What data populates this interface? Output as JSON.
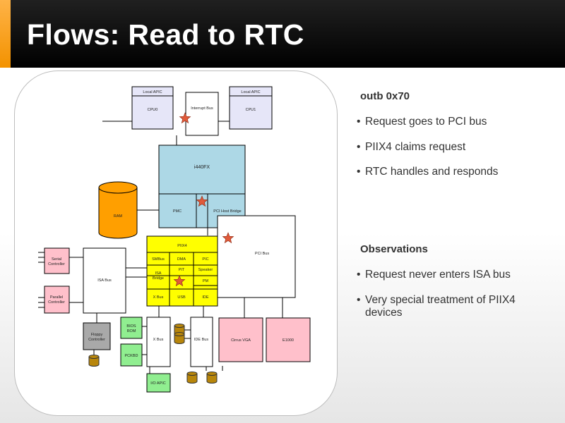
{
  "slide": {
    "title": "Flows: Read to RTC"
  },
  "sections": [
    {
      "heading": "outb 0x70",
      "items": [
        "Request goes to PCI bus",
        "PIIX4 claims request",
        "RTC handles and responds"
      ]
    },
    {
      "heading": "Observations",
      "items": [
        "Request never enters ISA bus",
        "Very special treatment of PIIX4 devices"
      ]
    }
  ],
  "diagram": {
    "local_apic_0": "Local APIC",
    "cpu0": "CPU0",
    "local_apic_1": "Local APIC",
    "cpu1": "CPU1",
    "interrupt_bus": "Interrupt Bus",
    "i440fx": "i440FX",
    "pmc": "PMC",
    "pci_host_bridge": "PCI Host Bridge",
    "ram": "RAM",
    "pci_bus": "PCI Bus",
    "piix4": "PIIX4",
    "smbus": "SMBus",
    "dma": "DMA",
    "pic": "PIC",
    "isa_bridge_1": "ISA",
    "isa_bridge_2": "Bridge",
    "pit": "PIT",
    "speaker": "Speaker",
    "pm": "PM",
    "xbus_cell": "X Bus",
    "usb": "USB",
    "ide": "IDE",
    "serial_1": "Serial",
    "serial_2": "Controller",
    "parallel_1": "Parallel",
    "parallel_2": "Controller",
    "isa_bus": "ISA Bus",
    "floppy_1": "Floppy",
    "floppy_2": "Controller",
    "bios_1": "BIOS",
    "bios_2": "ROM",
    "pckbd": "PCKBD",
    "x_bus": "X Bus",
    "ide_bus": "IDE Bus",
    "io_apic": "I/O APIC",
    "cirrus_vga": "Cirrus VGA",
    "e1000": "E1000"
  },
  "colors": {
    "accent": "#f39200",
    "cpu_fill": "#e6e6f8",
    "chipset_fill": "#add8e6",
    "ram_fill": "#ff9f00",
    "piix4_fill": "#ffff00",
    "pink_fill": "#ffc0cb",
    "green_fill": "#90ee90",
    "grey_fill": "#a9a9a9",
    "disk_fill": "#b8860b",
    "star_fill": "#e05a3a"
  },
  "icons": {
    "bullet": "•"
  }
}
